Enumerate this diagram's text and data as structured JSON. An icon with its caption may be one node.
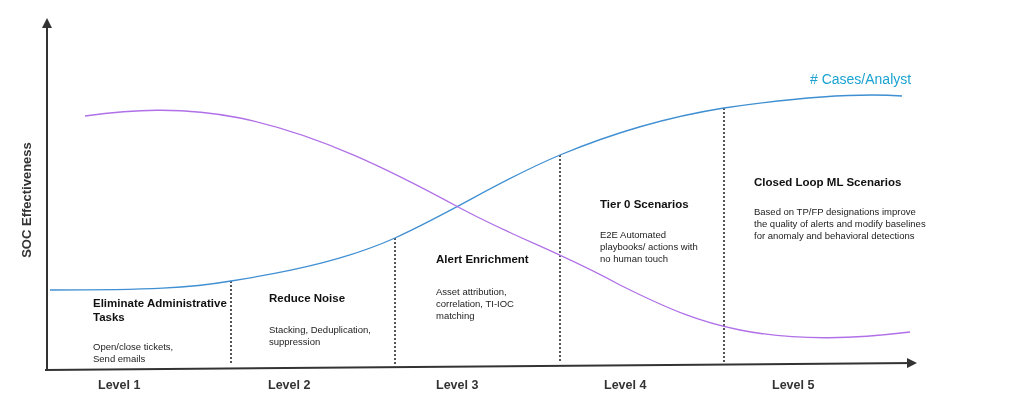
{
  "diagram": {
    "labels": [
      "# Cases/Analyst",
      "SOC Effectiveness",
      "Closed Loop ML Scenarios",
      "Based on TP/FP designations improve the quality of alerts and modify baselines for anomaly and behavioral detections",
      "Tier 0 Scenarios",
      "E2E Automated playbooks/ actions with no human touch",
      "Alert Enrichment",
      "Asset attribution, correlation, TI-IOC matching",
      "Reduce Noise",
      "Stacking, Deduplication, suppression",
      "Eliminate Administrative Tasks",
      "Open/close tickets, Send emails",
      "Level 1",
      "Level 2",
      "Level 3",
      "Level 4",
      "Level 5"
    ]
  }
}
